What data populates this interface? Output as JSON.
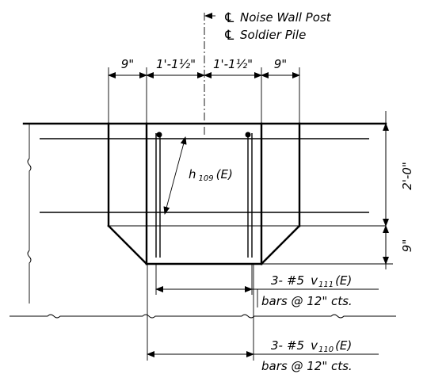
{
  "centerline_symbol": "℄",
  "callout": {
    "line1": "Noise Wall Post",
    "line2": "Soldier Pile"
  },
  "dimensions": {
    "left_offset": "9\"",
    "left_half": "1'-1½\"",
    "right_half": "1'-1½\"",
    "right_offset": "9\"",
    "height_top": "2'-0\"",
    "height_bottom": "9\""
  },
  "bar_h": {
    "prefix": "h",
    "mark": "109",
    "suffix": "(E)"
  },
  "bar_v111": {
    "qty": "3-",
    "size": "#5",
    "prefix": "v",
    "mark": "111",
    "suffix": "(E)",
    "spacing": "bars @ 12\" cts."
  },
  "bar_v110": {
    "qty": "3-",
    "size": "#5",
    "prefix": "v",
    "mark": "110",
    "suffix": "(E)",
    "spacing": "bars @ 12\" cts."
  }
}
